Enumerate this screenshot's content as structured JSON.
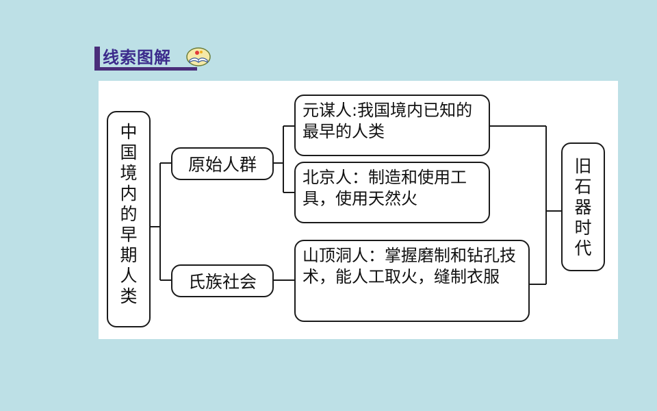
{
  "header": {
    "title": "线索图解",
    "icon": "open-book-icon"
  },
  "diagram": {
    "root": "中国境内的早期人类",
    "branches": [
      {
        "label": "原始人群",
        "items": [
          "元谋人:我国境内已知的最早的人类",
          "北京人：制造和使用工具，使用天然火"
        ]
      },
      {
        "label": "氏族社会",
        "items": [
          "山顶洞人：掌握磨制和钻孔技术，能人工取火，缝制衣服"
        ]
      }
    ],
    "conclusion": "旧石器时代"
  }
}
